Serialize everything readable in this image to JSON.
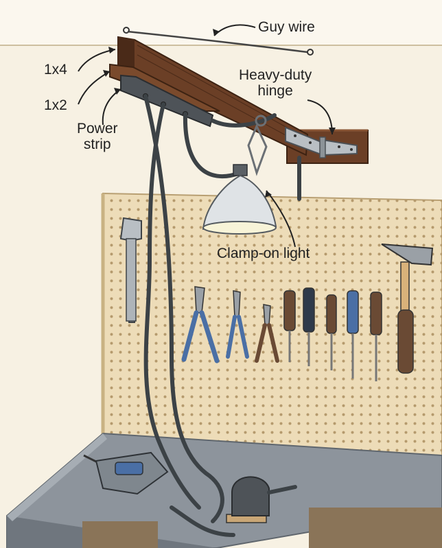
{
  "labels": {
    "guy_wire": "Guy wire",
    "one_by_four": "1x4",
    "one_by_two": "1x2",
    "power_strip_line1": "Power",
    "power_strip_line2": "strip",
    "hinge_line1": "Heavy-duty",
    "hinge_line2": "hinge",
    "clamp_light": "Clamp-on light"
  },
  "colors": {
    "wall": "#f7f1e3",
    "wood": "#6b3f26",
    "wood_dark": "#4a2a18",
    "pegboard": "#eddcb8",
    "bench_top": "#8d949c",
    "power_strip": "#4e5358",
    "cord": "#3c4246",
    "lamp_shade": "#dfe3e6",
    "hinge_metal": "#b9bfc4",
    "tool_handle_blue": "#4a6fa5",
    "tool_handle_brown": "#6a4a34"
  },
  "icons": [
    "guy-wire",
    "boom-1x4",
    "cleat-1x2",
    "power-strip",
    "heavy-duty-hinge",
    "clamp-on-light",
    "pegboard",
    "pipe-wrench",
    "pliers",
    "screwdriver",
    "hammer",
    "drill",
    "orbital-sander",
    "workbench"
  ]
}
